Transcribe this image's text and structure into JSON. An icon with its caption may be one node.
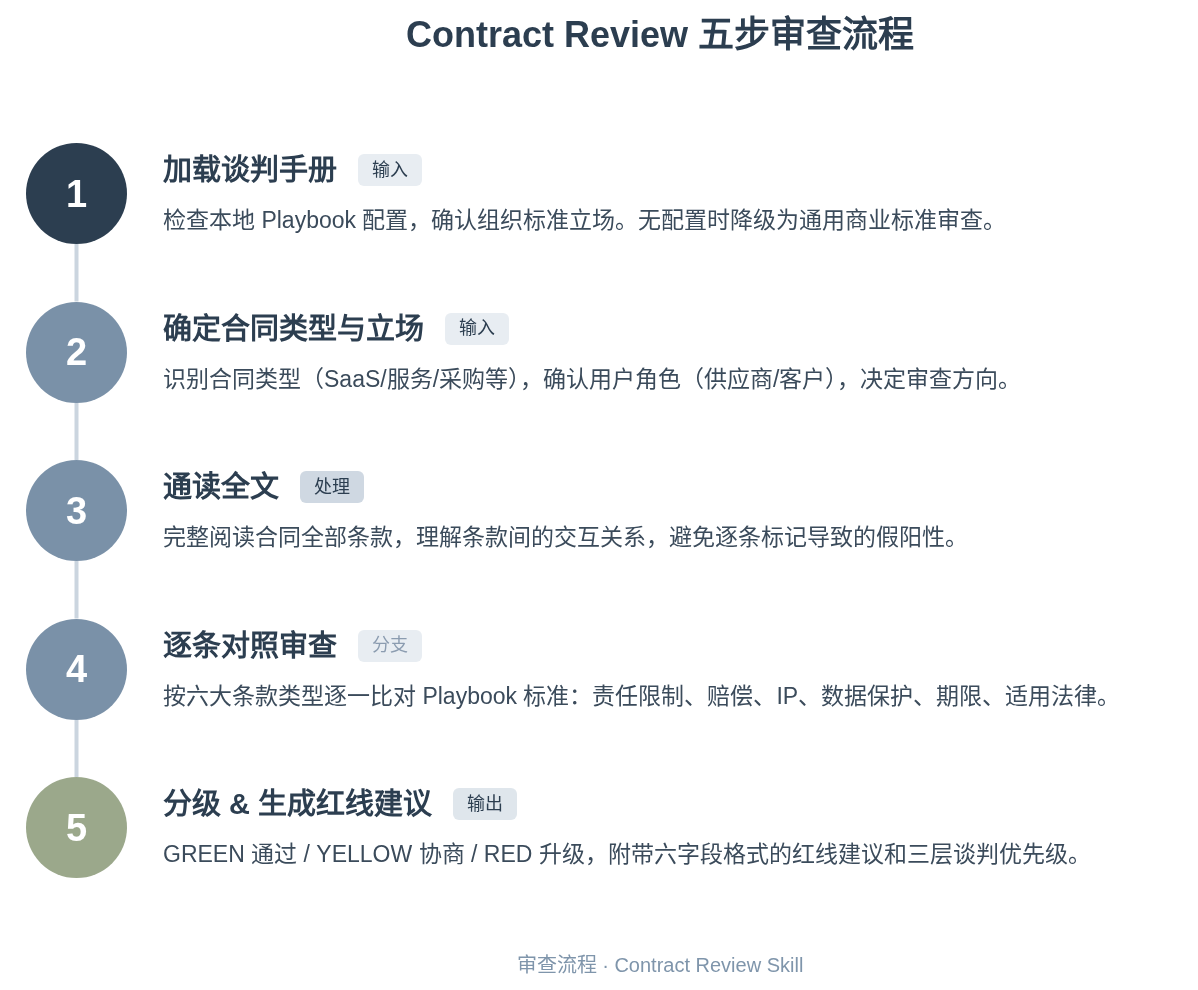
{
  "diagram": {
    "title": "Contract Review 五步审查流程",
    "caption": "审查流程 · Contract Review Skill",
    "nodes": [
      {
        "text": [
          "1"
        ],
        "beside": [
          "加载谈判手册",
          "检查本地 Playbook 配置，确认组织标准立场。无配置时降级为通用商业标准审查。"
        ]
      },
      {
        "text": [
          "输入"
        ]
      },
      {
        "text": [
          "2"
        ],
        "beside": [
          "确定合同类型与立场",
          "识别合同类型（SaaS/服务/采购等），确认用户角色（供应商/客户），决定审查方向。"
        ]
      },
      {
        "text": [
          "输入"
        ]
      },
      {
        "text": [
          "3"
        ],
        "beside": [
          "通读全文",
          "完整阅读合同全部条款，理解条款间的交互关系，避免逐条标记导致的假阳性。"
        ]
      },
      {
        "text": [
          "处理"
        ]
      },
      {
        "text": [
          "4"
        ],
        "beside": [
          "逐条对照审查",
          "按六大条款类型逐一比对 Playbook 标准：责任限制、赔偿、IP、数据保护、期限、适用法律。"
        ]
      },
      {
        "text": [
          "分支"
        ]
      },
      {
        "text": [
          "5"
        ],
        "beside": [
          "分级 & 生成红线建议",
          "GREEN 通过 / YELLOW 协商 / RED 升级，附带六字段格式的红线建议和三层谈判优先级。"
        ]
      },
      {
        "text": [
          "输出"
        ]
      }
    ],
    "edges": [
      {
        "from": 0,
        "to": 2,
        "arrow": "none"
      },
      {
        "from": 2,
        "to": 4,
        "arrow": "none"
      },
      {
        "from": 4,
        "to": 6,
        "arrow": "none"
      },
      {
        "from": 6,
        "to": 8,
        "arrow": "none"
      }
    ]
  }
}
